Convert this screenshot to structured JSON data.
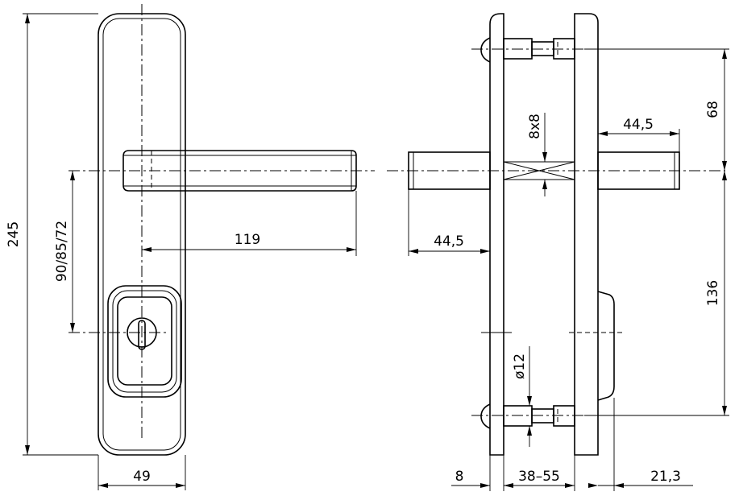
{
  "dimensions": {
    "total_height": "245",
    "plate_width": "49",
    "lever_length": "119",
    "spacing": "90/85/72",
    "spindle_front": "44,5",
    "spindle_back": "44,5",
    "square": "8x8",
    "top_offset": "68",
    "bottom_offset": "136",
    "bolt_diameter": "ø12",
    "plate_thickness": "8",
    "door_thickness": "38–55",
    "rear_depth": "21,3"
  }
}
